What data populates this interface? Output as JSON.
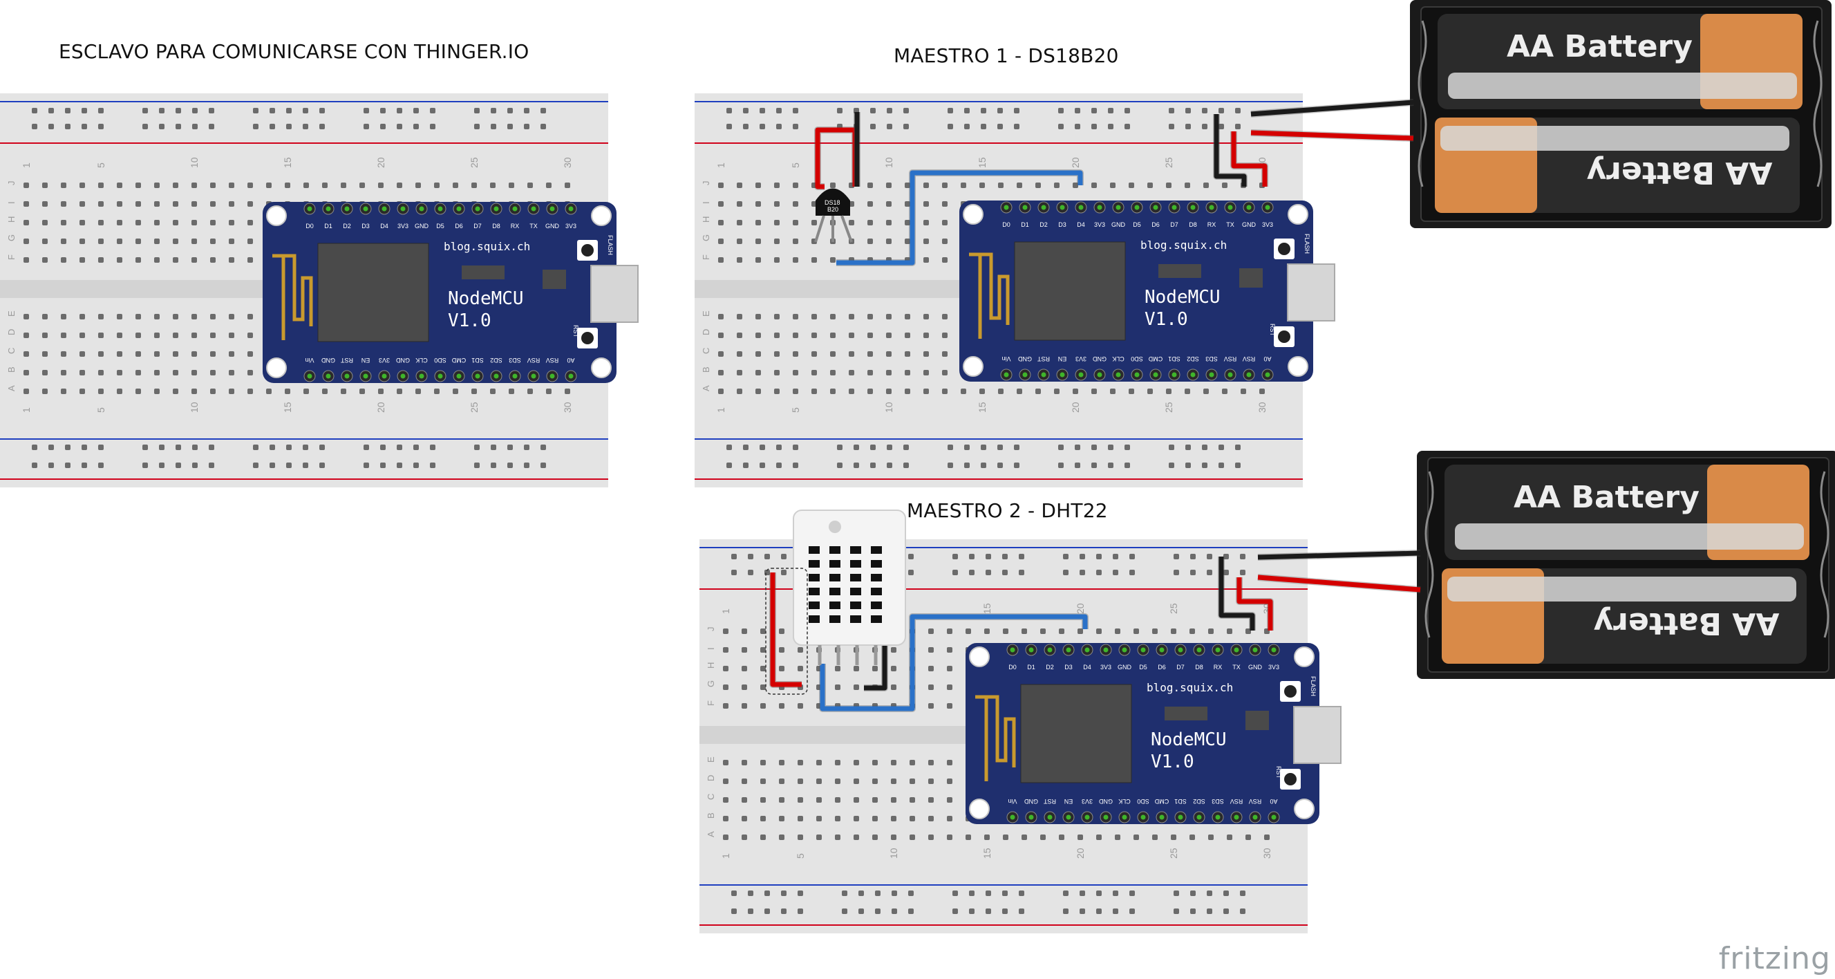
{
  "titles": {
    "slave": "ESCLAVO PARA COMUNICARSE CON THINGER.IO",
    "master1": "MAESTRO 1 - DS18B20",
    "master2": "MAESTRO 2 - DHT22"
  },
  "breadboard": {
    "row_letters_top": [
      "J",
      "I",
      "H",
      "G",
      "F"
    ],
    "row_letters_bottom": [
      "E",
      "D",
      "C",
      "B",
      "A"
    ],
    "column_numbers": [
      "1",
      "5",
      "10",
      "15",
      "20",
      "25",
      "30"
    ]
  },
  "nodemcu": {
    "site": "blog.squix.ch",
    "name_line1": "NodeMCU",
    "name_line2": "V1.0",
    "flash_label": "FLASH",
    "rst_label": "RST",
    "top_pins": [
      "D0",
      "D1",
      "D2",
      "D3",
      "D4",
      "3V3",
      "GND",
      "D5",
      "D6",
      "D7",
      "D8",
      "RX",
      "TX",
      "GND",
      "3V3"
    ],
    "bottom_pins": [
      "A0",
      "RSV",
      "RSV",
      "SD3",
      "SD2",
      "SD1",
      "CMD",
      "SD0",
      "CLK",
      "GND",
      "3V3",
      "EN",
      "RST",
      "GND",
      "Vin"
    ]
  },
  "sensors": {
    "ds18b20_label_line1": "DS18",
    "ds18b20_label_line2": "B20"
  },
  "battery": {
    "label": "AA Battery"
  },
  "logo": "fritzing",
  "colors": {
    "breadboard": "#e4e4e4",
    "board_blue": "#1f2f6e",
    "wire_blue": "#2a71c8",
    "wire_red": "#d40000",
    "wire_black": "#1a1a1a",
    "rail_red": "#d0021b",
    "rail_blue": "#1f3fbf",
    "hole_green": "#3fb52a",
    "battery_orange": "#d98a48"
  }
}
